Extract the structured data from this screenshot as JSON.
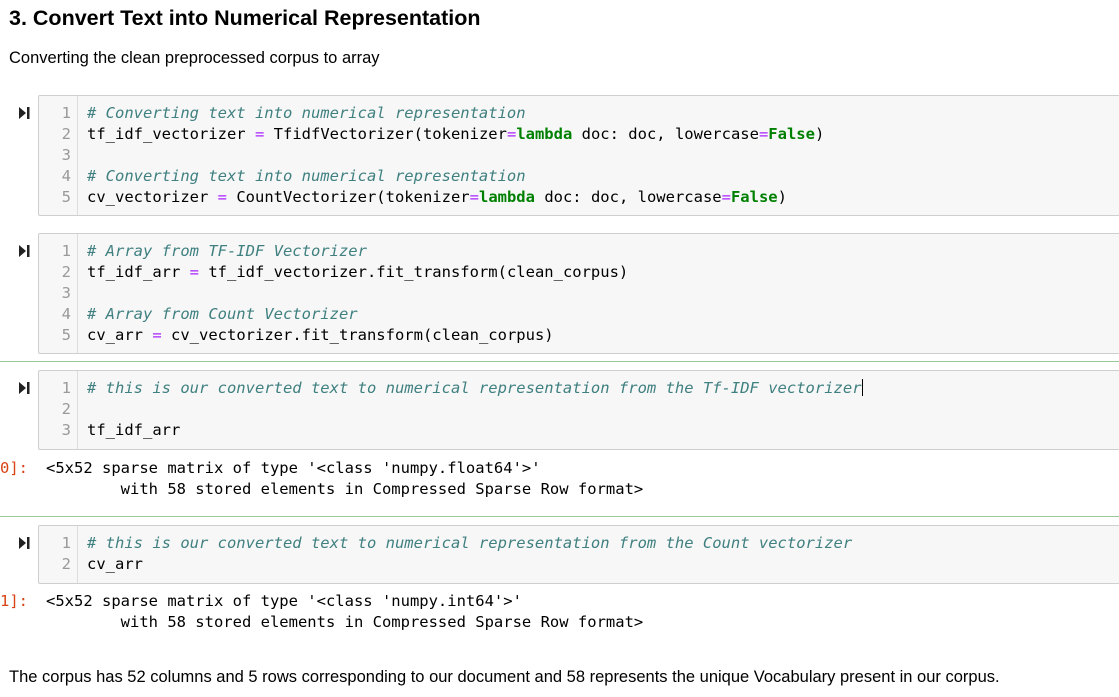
{
  "heading": "3. Convert Text into Numerical Representation",
  "intro": "Converting the clean preprocessed corpus to array",
  "cells": [
    {
      "lines": [
        {
          "n": "1",
          "segs": [
            {
              "t": "# Converting text into numerical representation",
              "c": "cm"
            }
          ]
        },
        {
          "n": "2",
          "segs": [
            {
              "t": "tf_idf_vectorizer "
            },
            {
              "t": "=",
              "c": "op"
            },
            {
              "t": " TfidfVectorizer(tokenizer"
            },
            {
              "t": "=",
              "c": "op"
            },
            {
              "t": "lambda",
              "c": "kw"
            },
            {
              "t": " doc: doc, lowercase"
            },
            {
              "t": "=",
              "c": "op"
            },
            {
              "t": "False",
              "c": "kw"
            },
            {
              "t": ")"
            }
          ]
        },
        {
          "n": "3",
          "segs": []
        },
        {
          "n": "4",
          "segs": [
            {
              "t": "# Converting text into numerical representation",
              "c": "cm"
            }
          ]
        },
        {
          "n": "5",
          "segs": [
            {
              "t": "cv_vectorizer "
            },
            {
              "t": "=",
              "c": "op"
            },
            {
              "t": " CountVectorizer(tokenizer"
            },
            {
              "t": "=",
              "c": "op"
            },
            {
              "t": "lambda",
              "c": "kw"
            },
            {
              "t": " doc: doc, lowercase"
            },
            {
              "t": "=",
              "c": "op"
            },
            {
              "t": "False",
              "c": "kw"
            },
            {
              "t": ")"
            }
          ]
        }
      ]
    },
    {
      "lines": [
        {
          "n": "1",
          "segs": [
            {
              "t": "# Array from TF-IDF Vectorizer",
              "c": "cm"
            }
          ]
        },
        {
          "n": "2",
          "segs": [
            {
              "t": "tf_idf_arr "
            },
            {
              "t": "=",
              "c": "op"
            },
            {
              "t": " tf_idf_vectorizer.fit_transform(clean_corpus)"
            }
          ]
        },
        {
          "n": "3",
          "segs": []
        },
        {
          "n": "4",
          "segs": [
            {
              "t": "# Array from Count Vectorizer",
              "c": "cm"
            }
          ]
        },
        {
          "n": "5",
          "segs": [
            {
              "t": "cv_arr "
            },
            {
              "t": "=",
              "c": "op"
            },
            {
              "t": " cv_vectorizer.fit_transform(clean_corpus)"
            }
          ]
        }
      ]
    },
    {
      "lines": [
        {
          "n": "1",
          "segs": [
            {
              "t": "# this is our converted text to numerical representation from the Tf-IDF vectorizer",
              "c": "cm"
            }
          ],
          "cursor": true
        },
        {
          "n": "2",
          "segs": []
        },
        {
          "n": "3",
          "segs": [
            {
              "t": "tf_idf_arr"
            }
          ]
        }
      ],
      "prompt": "0]:",
      "output": [
        "<5x52 sparse matrix of type '<class 'numpy.float64'>'",
        "        with 58 stored elements in Compressed Sparse Row format>"
      ]
    },
    {
      "lines": [
        {
          "n": "1",
          "segs": [
            {
              "t": "# this is our converted text to numerical representation from the Count vectorizer",
              "c": "cm"
            }
          ]
        },
        {
          "n": "2",
          "segs": [
            {
              "t": "cv_arr"
            }
          ]
        }
      ],
      "prompt": "1]:",
      "output": [
        "<5x52 sparse matrix of type '<class 'numpy.int64'>'",
        "        with 58 stored elements in Compressed Sparse Row format>"
      ]
    }
  ],
  "conclusion": "The corpus has 52 columns and 5 rows corresponding to our document and 58 represents the unique Vocabulary present in our corpus.",
  "icons": {
    "run": "run-cell-icon"
  },
  "colors": {
    "comment": "#408080",
    "operator": "#aa22ff",
    "keyword": "#008000",
    "prompt": "#d84315",
    "cell_bg": "#f7f7f7",
    "separator": "#9ac89a"
  }
}
